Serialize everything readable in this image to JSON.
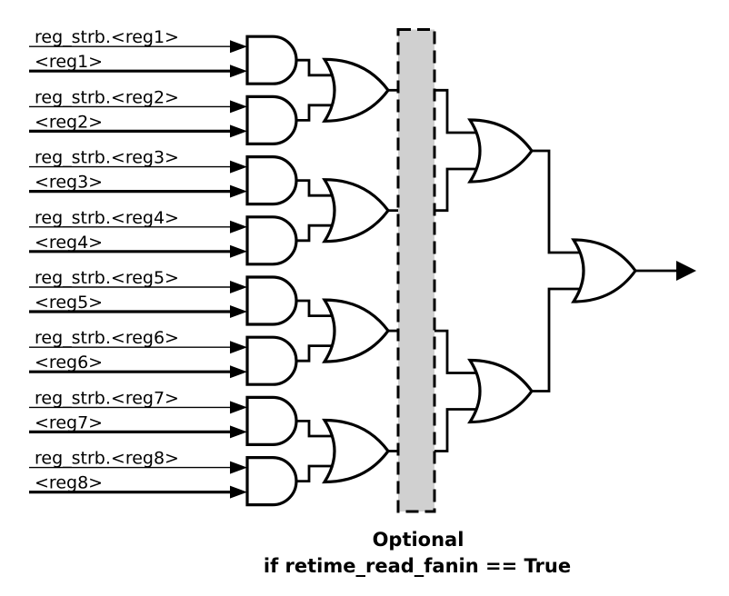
{
  "diagram": {
    "inputs": [
      {
        "strobe": "reg_strb.<reg1>",
        "value": "<reg1>"
      },
      {
        "strobe": "reg_strb.<reg2>",
        "value": "<reg2>"
      },
      {
        "strobe": "reg_strb.<reg3>",
        "value": "<reg3>"
      },
      {
        "strobe": "reg_strb.<reg4>",
        "value": "<reg4>"
      },
      {
        "strobe": "reg_strb.<reg5>",
        "value": "<reg5>"
      },
      {
        "strobe": "reg_strb.<reg6>",
        "value": "<reg6>"
      },
      {
        "strobe": "reg_strb.<reg7>",
        "value": "<reg7>"
      },
      {
        "strobe": "reg_strb.<reg8>",
        "value": "<reg8>"
      }
    ],
    "caption": {
      "line1": "Optional",
      "line2": "if retime_read_fanin == True"
    },
    "colors": {
      "stroke": "#000000",
      "gate_fill": "#ffffff",
      "register_bar_fill": "#d0d0d0",
      "background": "#ffffff"
    }
  }
}
